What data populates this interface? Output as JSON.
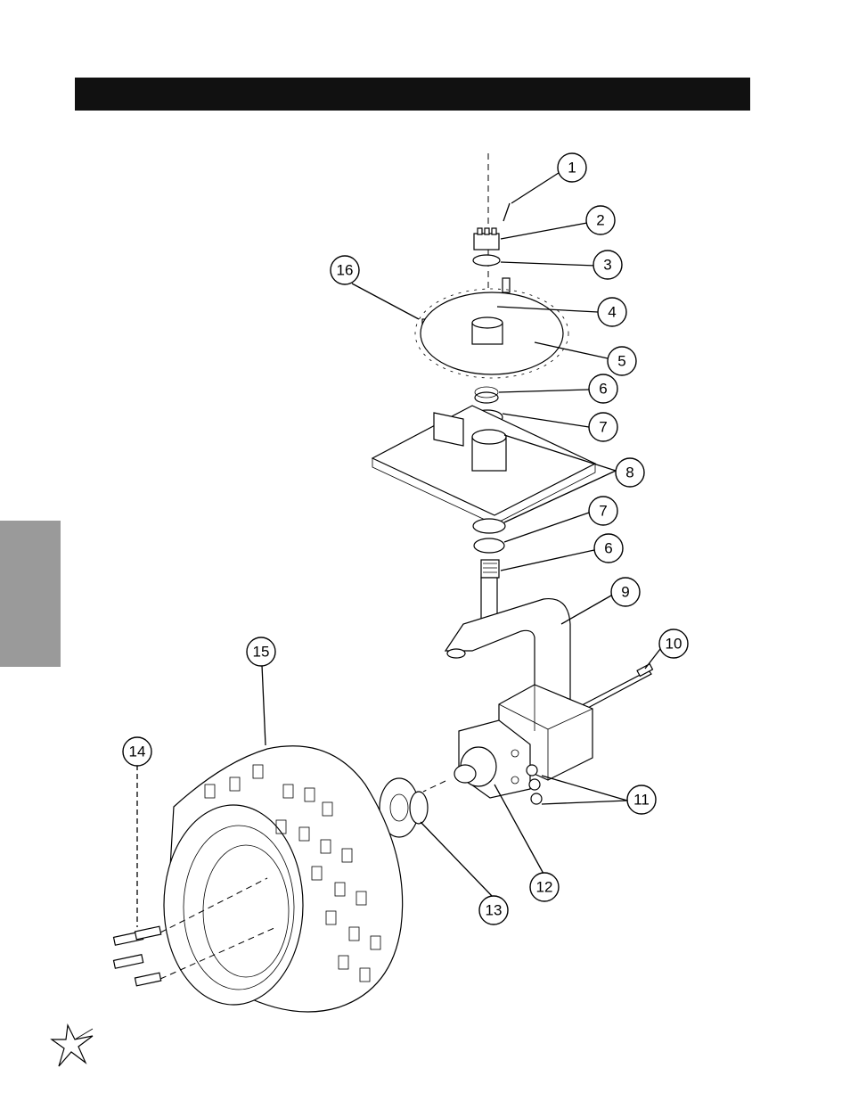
{
  "header": {
    "title": ""
  },
  "callouts": [
    "1",
    "2",
    "3",
    "4",
    "5",
    "6",
    "7",
    "8",
    "9",
    "10",
    "11",
    "12",
    "13",
    "14",
    "15",
    "16"
  ],
  "colors": {
    "title_bar": "#111111",
    "side_tab": "#9a9a9a"
  },
  "icons": {
    "logo": "star-burst-logo-icon"
  }
}
